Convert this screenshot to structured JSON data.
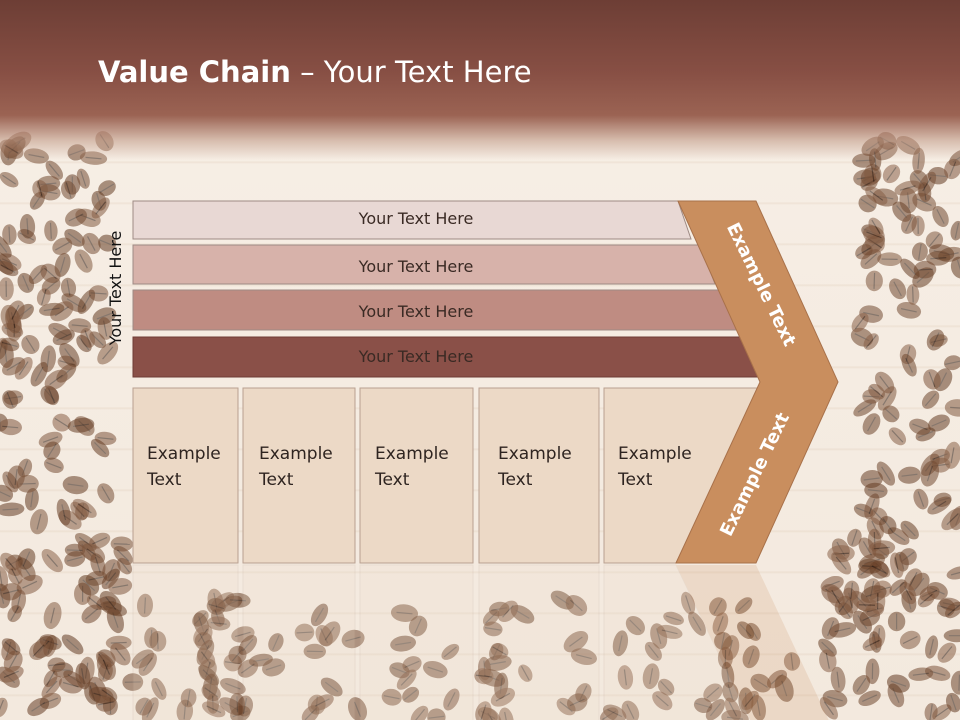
{
  "slide": {
    "title_bold": "Value Chain",
    "title_rest": " – Your Text Here"
  },
  "diagram": {
    "side_label": "Your Text Here",
    "bars": [
      {
        "label": "Your Text Here"
      },
      {
        "label": "Your Text Here"
      },
      {
        "label": "Your Text Here"
      },
      {
        "label": "Your Text Here"
      }
    ],
    "boxes": [
      {
        "line1": "Example",
        "line2": "Text"
      },
      {
        "line1": "Example",
        "line2": "Text"
      },
      {
        "line1": "Example",
        "line2": "Text"
      },
      {
        "line1": "Example",
        "line2": "Text"
      },
      {
        "line1": "Example",
        "line2": "Text"
      }
    ],
    "chevron_top": "Example Text",
    "chevron_bottom": "Example Text"
  },
  "colors": {
    "header": "#874f44",
    "bar1": "#e8d8d4",
    "bar2": "#d7b2aa",
    "bar3": "#bf8c82",
    "bar4": "#8a5048",
    "box": "#ecd9c6",
    "chevron": "#c98e5e",
    "beans": "#5a3220"
  }
}
